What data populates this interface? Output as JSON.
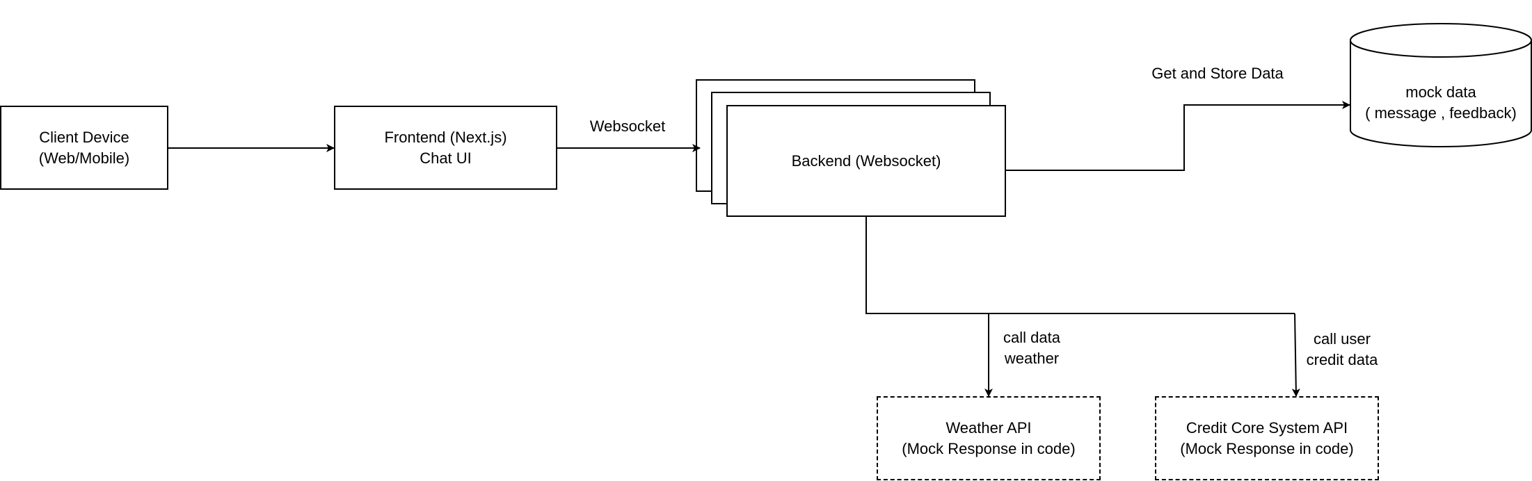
{
  "nodes": {
    "client": {
      "label": "Client Device\n(Web/Mobile)"
    },
    "frontend": {
      "label": "Frontend (Next.js)\nChat UI"
    },
    "backend": {
      "label": "Backend (Websocket)"
    },
    "database": {
      "label": "mock data\n( message , feedback)"
    },
    "weather_api": {
      "label": "Weather  API\n(Mock Response in code)"
    },
    "credit_api": {
      "label": "Credit Core System API\n(Mock Response in code)"
    }
  },
  "edges": {
    "websocket": {
      "label": "Websocket"
    },
    "store": {
      "label": "Get and Store Data"
    },
    "weather": {
      "label": "call data\nweather"
    },
    "credit": {
      "label": "call user\ncredit data"
    }
  },
  "colors": {
    "stroke": "#000000",
    "background": "#ffffff"
  }
}
